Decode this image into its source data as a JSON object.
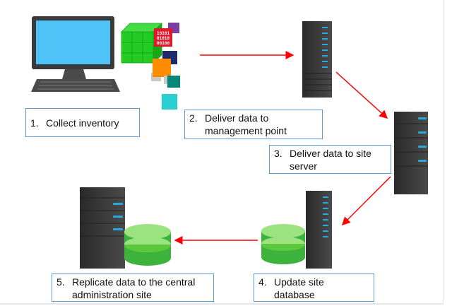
{
  "steps": [
    {
      "number": "1.",
      "text": "Collect inventory"
    },
    {
      "number": "2.",
      "text": "Deliver data to management point"
    },
    {
      "number": "3.",
      "text": "Deliver data to site server"
    },
    {
      "number": "4.",
      "text": "Update site database"
    },
    {
      "number": "5.",
      "text": "Replicate data to the central administration site"
    }
  ],
  "icons": {
    "binary_text": [
      "10101",
      "01010",
      "00100"
    ]
  },
  "colors": {
    "arrow": "#ff0000",
    "box_border": "#5b9bd5",
    "database": "#5cc83c",
    "server_led": "#29a9e0",
    "data_cubes": "#22cc22"
  }
}
